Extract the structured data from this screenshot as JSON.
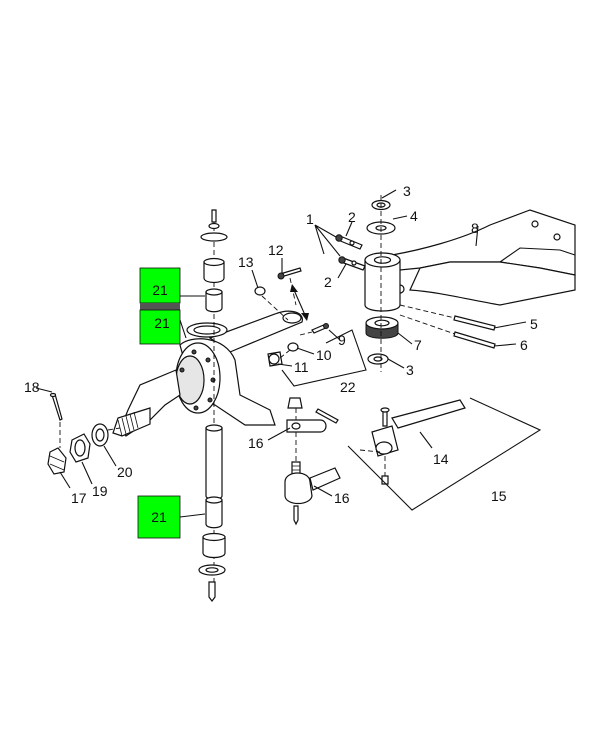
{
  "highlight_color": "#00ff00",
  "highlight_dark": "#555555",
  "callouts": [
    {
      "id": "c1",
      "text": "1"
    },
    {
      "id": "c2a",
      "text": "2"
    },
    {
      "id": "c2b",
      "text": "2"
    },
    {
      "id": "c3a",
      "text": "3"
    },
    {
      "id": "c3b",
      "text": "3"
    },
    {
      "id": "c4",
      "text": "4"
    },
    {
      "id": "c5",
      "text": "5"
    },
    {
      "id": "c6",
      "text": "6"
    },
    {
      "id": "c7",
      "text": "7"
    },
    {
      "id": "c8",
      "text": "8"
    },
    {
      "id": "c9",
      "text": "9"
    },
    {
      "id": "c10",
      "text": "10"
    },
    {
      "id": "c11",
      "text": "11"
    },
    {
      "id": "c12",
      "text": "12"
    },
    {
      "id": "c13",
      "text": "13"
    },
    {
      "id": "c14",
      "text": "14"
    },
    {
      "id": "c15",
      "text": "15"
    },
    {
      "id": "c16a",
      "text": "16"
    },
    {
      "id": "c16b",
      "text": "16"
    },
    {
      "id": "c17",
      "text": "17"
    },
    {
      "id": "c18",
      "text": "18"
    },
    {
      "id": "c19",
      "text": "19"
    },
    {
      "id": "c20",
      "text": "20"
    },
    {
      "id": "c22",
      "text": "22"
    }
  ],
  "highlights": [
    {
      "id": "h21a",
      "text": "21"
    },
    {
      "id": "h21b",
      "text": "21"
    },
    {
      "id": "h21c",
      "text": "21"
    }
  ]
}
